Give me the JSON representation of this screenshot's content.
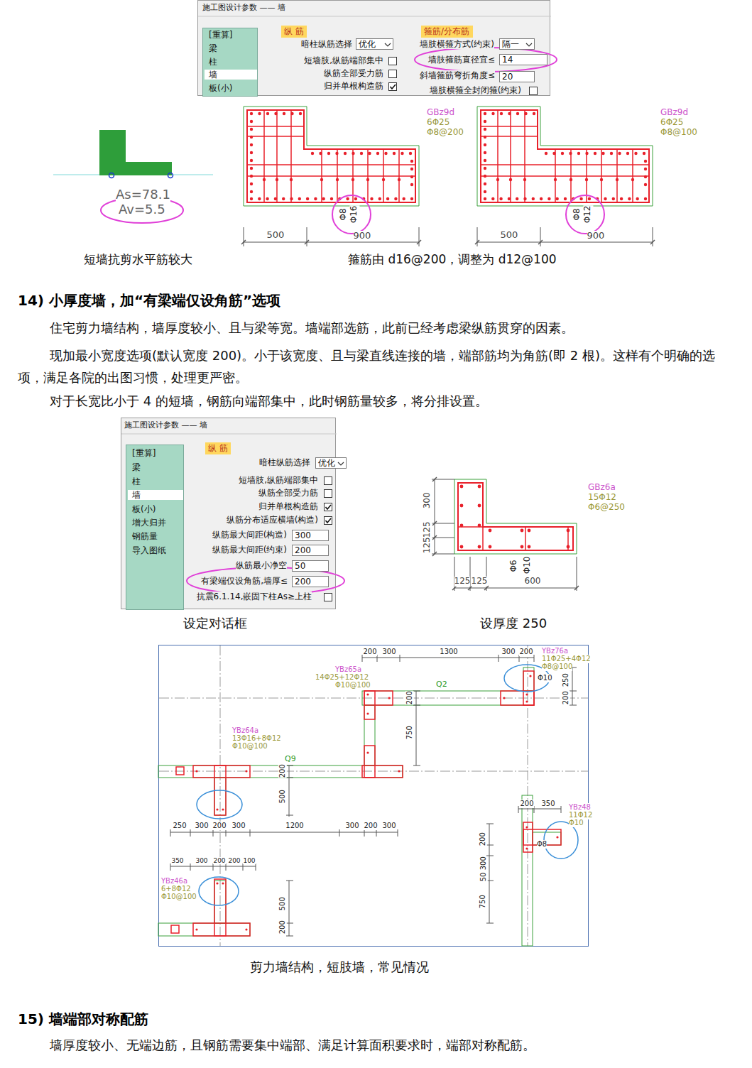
{
  "diagram": {
    "nodes": [
      {
        "text": [
          "施工图设计参数 —— 墙",
          "暗柱纵筋选择",
          "短墙肢,纵筋端部集中",
          "纵筋全部受力筋",
          "归并单根构造筋",
          "墙肢横箍方式(约束)",
          "墙肢箍筋直径宜≤",
          "斜墙箍筋弯折角度≤",
          "墙肢横箍全封闭箍(约束)"
        ]
      },
      {
        "text": [
          "[重算]",
          "梁",
          "柱",
          "墙",
          "板(小)"
        ],
        "in": 0
      },
      {
        "text": [
          "纵 筋"
        ],
        "in": 0
      },
      {
        "text": [
          "箍筋/分布筋"
        ],
        "in": 0
      },
      {
        "text": [
          "优化"
        ],
        "in": 0
      },
      {
        "text": [
          "隔一"
        ],
        "in": 0
      },
      {
        "text": [
          "14"
        ],
        "in": 0
      },
      {
        "text": [
          "20"
        ],
        "in": 0
      },
      {
        "text": [
          "施工图设计参数 —— 墙",
          "暗柱纵筋选择",
          "短墙肢,纵筋端部集中",
          "纵筋全部受力筋",
          "归并单根构造筋",
          "纵筋分布适应横墙(构造)",
          "纵筋最大间距(构造)",
          "纵筋最大间距(约束)",
          "纵筋最小净空",
          "有梁端仅设角筋,墙厚≤",
          "抗震6.1.14,嵌固下柱As≥上柱"
        ]
      },
      {
        "text": [
          "[重算]",
          "梁",
          "柱",
          "墙",
          "板(小)",
          "增大归并",
          "钢筋量",
          "导入图纸"
        ],
        "in": 8
      },
      {
        "text": [
          "纵 筋"
        ],
        "in": 8
      },
      {
        "text": [
          "优化"
        ],
        "in": 8
      },
      {
        "text": [
          "300"
        ],
        "in": 8
      },
      {
        "text": [
          "200"
        ],
        "in": 8
      },
      {
        "text": [
          "50"
        ],
        "in": 8
      },
      {
        "text": [
          "200"
        ],
        "in": 8
      }
    ],
    "labels": [
      "As=78.1",
      "Av=5.5",
      "GBz9d",
      "6Φ25",
      "Φ8@200",
      "Φ8",
      "Φ16",
      "500",
      "900",
      "GBz9d",
      "6Φ25",
      "Φ8@100",
      "Φ8",
      "Φ12",
      "500",
      "900",
      "短墙抗剪水平筋较大",
      "箍筋由 d16@200，调整为 d12@100",
      "14) 小厚度墙，加“有梁端仅设角筋”选项",
      "住宅剪力墙结构，墙厚度较小、且与梁等宽。墙端部选筋，此前已经考虑梁纵筋贯穿的因素。",
      "现加最小宽度选项(默认宽度 200)。小于该宽度、且与梁直线连接的墙，端部筋均为角筋(即 2 根)。这样有个明确的选项，满足各院的出图习惯，处理更严密。",
      "对于长宽比小于 4 的短墙，钢筋向端部集中，此时钢筋量较多，将分排设置。",
      "GBz6a",
      "15Φ12",
      "Φ6@250",
      "300",
      "125",
      "125",
      "Φ6",
      "Φ10",
      "125",
      "125",
      "600",
      "设定对话框",
      "设厚度 250",
      "200",
      "300",
      "1300",
      "300",
      "200",
      "YBz76a",
      "11Φ25+4Φ12",
      "Φ8@100",
      "YBz65a",
      "14Φ25+12Φ12",
      "Φ10@100",
      "Q2",
      "Φ10",
      "200",
      "250",
      "200",
      "750",
      "YBz64a",
      "13Φ16+8Φ12",
      "Φ10@100",
      "Q9",
      "200",
      "500",
      "250",
      "300",
      "200",
      "300",
      "1200",
      "300",
      "200",
      "300",
      "200",
      "350",
      "YBz48",
      "11Φ12",
      "Φ10",
      "Φ8",
      "200",
      "50 300",
      "750",
      "350",
      "300",
      "200",
      "200",
      "100",
      "YBz46a",
      "6+8Φ12",
      "Φ10@100",
      "500",
      "200",
      "剪力墙结构，短肢墙，常见情况",
      "15) 墙端部对称配筋",
      "墙厚度较小、无端边筋，且钢筋需要集中端部、满足计算面积要求时，端部对称配筋。"
    ]
  }
}
